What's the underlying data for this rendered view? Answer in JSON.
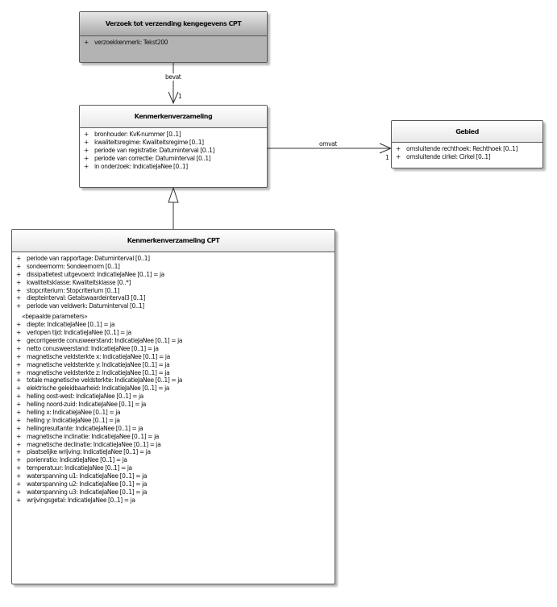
{
  "classes": {
    "verzoek": {
      "name": "Verzoek tot verzending kengegevens CPT",
      "attributes": [
        "verzoekkenmerk: Tekst200"
      ]
    },
    "kenmerk": {
      "name": "Kenmerkenverzameling",
      "attributes": [
        "bronhouder: KvK-nummer [0..1]",
        "kwaliteitsregime: Kwaliteitsregime [0..1]",
        "periode van registratie: Datuminterval [0..1]",
        "periode van correctie: Datuminterval [0..1]",
        "in onderzoek: IndicatieJaNee [0..1]"
      ]
    },
    "gebied": {
      "name": "Gebied",
      "attributes": [
        "omsluitende rechthoek: Rechthoek [0..1]",
        "omsluitende cirkel: Cirkel [0..1]"
      ]
    },
    "cpt": {
      "name": "Kenmerkenverzameling CPT",
      "attributes": [
        "periode van rapportage: Datuminterval [0..1]",
        "sondeernorm: Sondeernorm [0..1]",
        "dissipatietest uitgevoerd: IndicatieJaNee [0..1] = ja",
        "kwaliteitsklasse: Kwaliteitsklasse [0..*]",
        "stopcriterium: Stopcriterium [0..1]",
        "diepteinterval: Getalswaardeinterval3 [0..1]",
        "periode van veldwerk: Datuminterval [0..1]"
      ],
      "stereotype": "«bepaalde parameters»",
      "parameters": [
        "diepte: IndicatieJaNee [0..1] = ja",
        "verlopen tijd: IndicatieJaNee [0..1] = ja",
        "gecorrigeerde conusweerstand: IndicatieJaNee [0..1] = ja",
        "netto conusweerstand: IndicatieJaNee [0..1] = ja",
        "magnetische veldsterkte x: IndicatieJaNee [0..1] = ja",
        "magnetische veldsterkte y: IndicatieJaNee [0..1] = ja",
        "magnetische veldsterkte z: IndicatieJaNee [0..1] = ja",
        "totale magnetische veldsterkte: IndicatieJaNee [0..1] = ja",
        "elektrische geleidbaarheid: IndicatieJaNee [0..1] = ja",
        "helling oost-west: IndicatieJaNee [0..1] = ja",
        "helling noord-zuid: IndicatieJaNee [0..1] = ja",
        "helling x: IndicatieJaNee [0..1] = ja",
        "helling y: IndicatieJaNee [0..1] = ja",
        "hellingresultante: IndicatieJaNee [0..1] = ja",
        "magnetische inclinatie: IndicatieJaNee [0..1] = ja",
        "magnetische declinatie: IndicatieJaNee [0..1] = ja",
        "plaatselijke wrijving: IndicatieJaNee [0..1] = ja",
        "porienratio: IndicatieJaNee [0..1] = ja",
        "temperatuur: IndicatieJaNee [0..1] = ja",
        "waterspanning u1: IndicatieJaNee [0..1] = ja",
        "waterspanning u2: IndicatieJaNee [0..1] = ja",
        "waterspanning u3: IndicatieJaNee [0..1] = ja",
        "wrijvingsgetal: IndicatieJaNee [0..1] = ja"
      ]
    }
  },
  "relations": {
    "bevat": {
      "label": "bevat",
      "multiplicity": "1"
    },
    "omvat": {
      "label": "omvat",
      "multiplicity": "1"
    }
  },
  "visibility": "+"
}
